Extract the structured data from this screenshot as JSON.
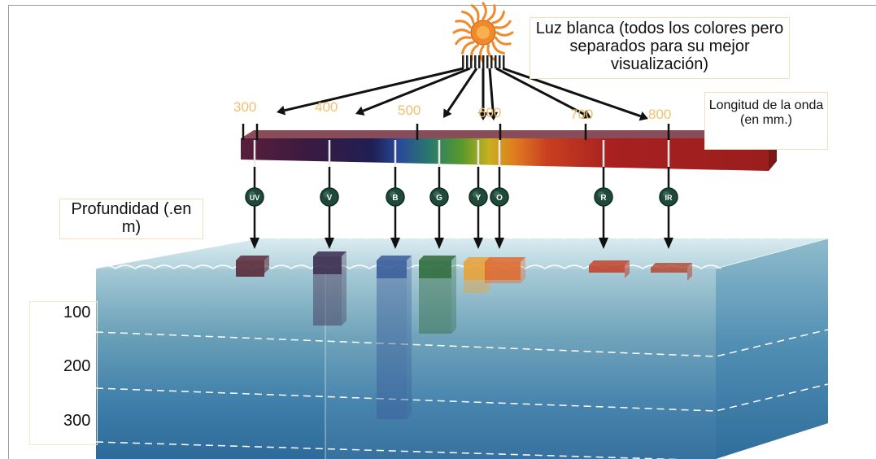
{
  "title": "Luz blanca (todos los colores pero separados para su mejor visualización)",
  "wavelength_label": "Longitud de la onda (en mm.)",
  "depth_label": "Profundidad (.en m)",
  "wavelength_ticks": [
    "300",
    "400",
    "500",
    "600",
    "700",
    "800"
  ],
  "depth_ticks": [
    "100",
    "200",
    "300"
  ],
  "bands": [
    {
      "code": "UV",
      "color": "#5a2a3a"
    },
    {
      "code": "V",
      "color": "#3b2a4e"
    },
    {
      "code": "B",
      "color": "#3a5c9a"
    },
    {
      "code": "G",
      "color": "#2f6b3c"
    },
    {
      "code": "Y",
      "color": "#e8a23a"
    },
    {
      "code": "O",
      "color": "#e06a2e"
    },
    {
      "code": "R",
      "color": "#c0452c"
    },
    {
      "code": "IR",
      "color": "#b3503a"
    }
  ],
  "colors": {
    "water_top": "#a9cbd6",
    "water_deep": "#2d6a9a",
    "sun": "#f08a2a",
    "label_tick": "#f0c070"
  }
}
